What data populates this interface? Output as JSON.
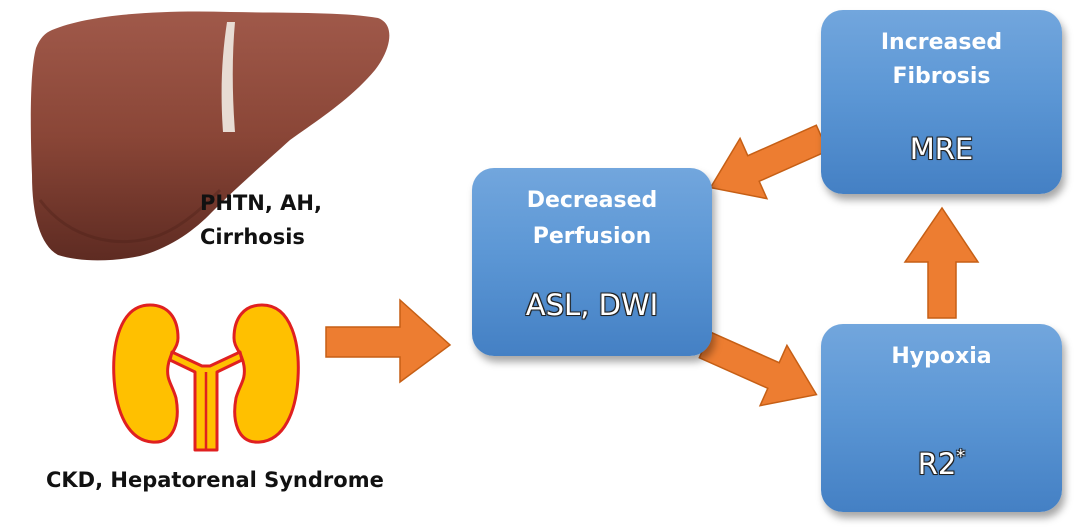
{
  "liver": {
    "label_line1": "PHTN, AH,",
    "label_line2": "Cirrhosis"
  },
  "kidney": {
    "label": "CKD, Hepatorenal Syndrome"
  },
  "boxes": {
    "perfusion": {
      "title_line1": "Decreased",
      "title_line2": "Perfusion",
      "method": "ASL, DWI"
    },
    "fibrosis": {
      "title_line1": "Increased",
      "title_line2": "Fibrosis",
      "method": "MRE"
    },
    "hypoxia": {
      "title": "Hypoxia",
      "method_base": "R2",
      "method_sup": "*"
    }
  },
  "colors": {
    "box_fill": "#5b9bd5",
    "arrow_fill": "#ed7d31",
    "liver": "#8b4a3e",
    "gallbladder": "#2e6b1f",
    "kidney_fill": "#ffc000",
    "kidney_outline": "#e02020"
  }
}
